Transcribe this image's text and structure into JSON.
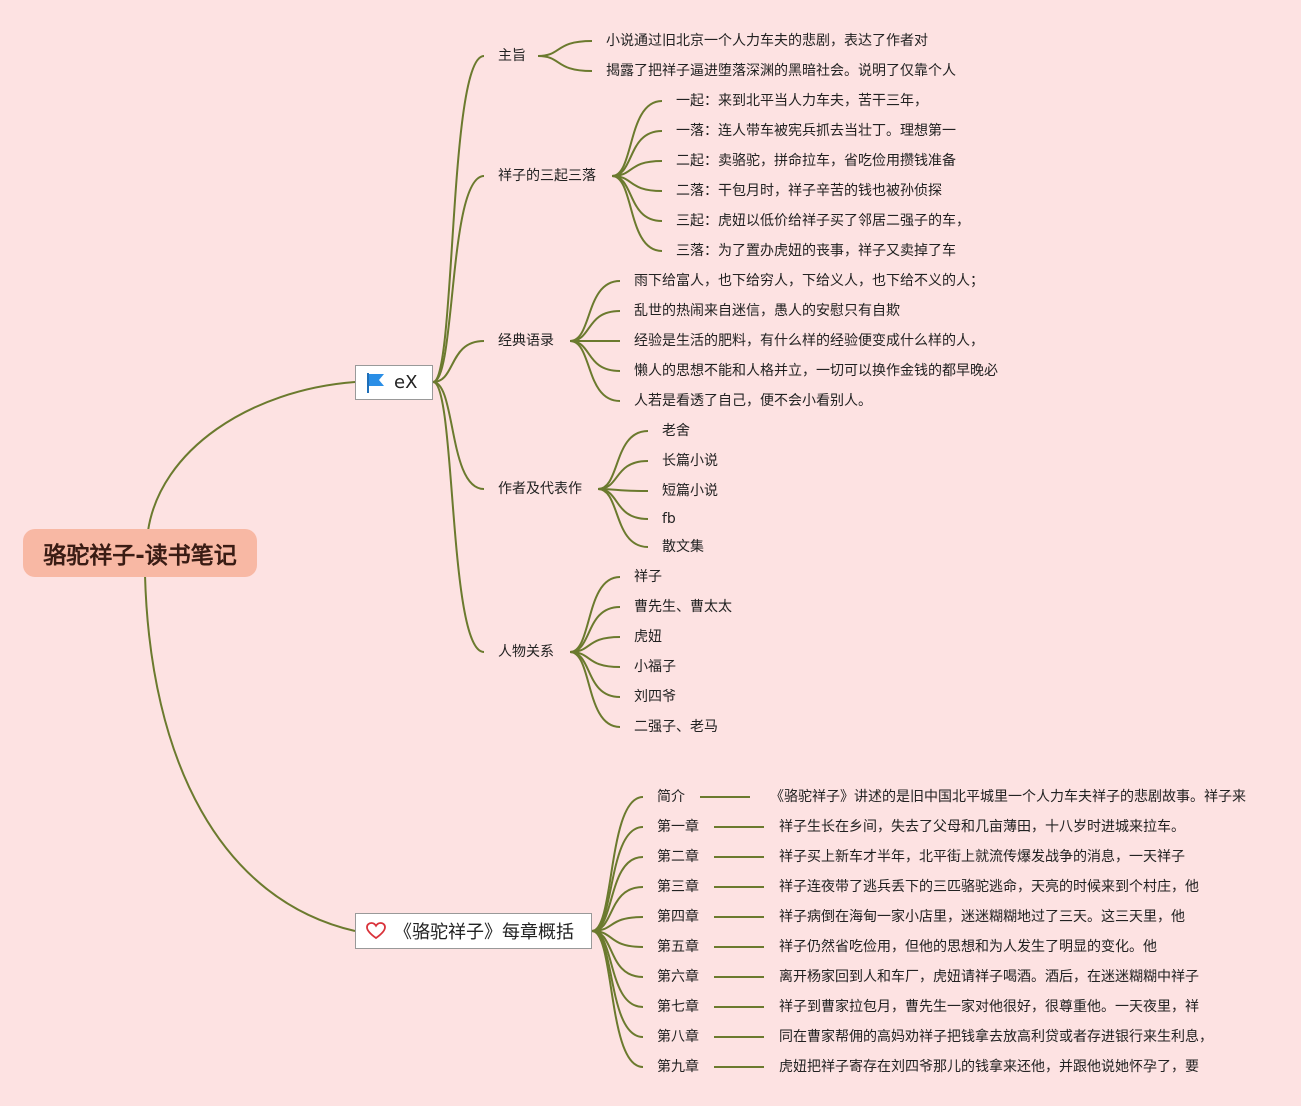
{
  "root": {
    "title": "骆驼祥子-读书笔记"
  },
  "colors": {
    "background": "#fde2e2",
    "root_fill": "#f8b8a4",
    "branch_line": "#6b7a2e",
    "flag": "#2a8ee6",
    "heart": "#d9333b"
  },
  "branch1": {
    "label": "eX",
    "icon": "flag-icon",
    "children": [
      {
        "label": "主旨",
        "items": [
          "小说通过旧北京一个人力车夫的悲剧，表达了作者对",
          "揭露了把祥子逼进堕落深渊的黑暗社会。说明了仅靠个人"
        ]
      },
      {
        "label": "祥子的三起三落",
        "items": [
          "一起：来到北平当人力车夫，苦干三年，",
          "一落：连人带车被宪兵抓去当壮丁。理想第一",
          "二起：卖骆驼，拼命拉车，省吃俭用攒钱准备",
          "二落：干包月时，祥子辛苦的钱也被孙侦探",
          "三起：虎妞以低价给祥子买了邻居二强子的车，",
          "三落：为了置办虎妞的丧事，祥子又卖掉了车"
        ]
      },
      {
        "label": "经典语录",
        "items": [
          "雨下给富人，也下给穷人，下给义人，也下给不义的人；",
          "乱世的热闹来自迷信，愚人的安慰只有自欺",
          "经验是生活的肥料，有什么样的经验便变成什么样的人，",
          "懒人的思想不能和人格并立，一切可以换作金钱的都早晚必",
          "人若是看透了自己，便不会小看别人。"
        ]
      },
      {
        "label": "作者及代表作",
        "items": [
          "老舍",
          "长篇小说",
          "短篇小说",
          "fb",
          "散文集"
        ]
      },
      {
        "label": "人物关系",
        "items": [
          "祥子",
          "曹先生、曹太太",
          "虎妞",
          "小福子",
          "刘四爷",
          "二强子、老马"
        ]
      }
    ]
  },
  "branch2": {
    "label": "《骆驼祥子》每章概括",
    "icon": "heart-icon",
    "children": [
      {
        "label": "简介",
        "text": "《骆驼祥子》讲述的是旧中国北平城里一个人力车夫祥子的悲剧故事。祥子来"
      },
      {
        "label": "第一章",
        "text": "祥子生长在乡间，失去了父母和几亩薄田，十八岁时进城来拉车。"
      },
      {
        "label": "第二章",
        "text": "祥子买上新车才半年，北平街上就流传爆发战争的消息，一天祥子"
      },
      {
        "label": "第三章",
        "text": "祥子连夜带了逃兵丢下的三匹骆驼逃命，天亮的时候来到个村庄，他"
      },
      {
        "label": "第四章",
        "text": "祥子病倒在海甸一家小店里，迷迷糊糊地过了三天。这三天里，他"
      },
      {
        "label": "第五章",
        "text": "祥子仍然省吃俭用，但他的思想和为人发生了明显的变化。他"
      },
      {
        "label": "第六章",
        "text": "离开杨家回到人和车厂，虎妞请祥子喝酒。酒后，在迷迷糊糊中祥子"
      },
      {
        "label": "第七章",
        "text": "祥子到曹家拉包月，曹先生一家对他很好，很尊重他。一天夜里，祥"
      },
      {
        "label": "第八章",
        "text": "同在曹家帮佣的高妈劝祥子把钱拿去放高利贷或者存进银行来生利息，"
      },
      {
        "label": "第九章",
        "text": "虎妞把祥子寄存在刘四爷那儿的钱拿来还他，并跟他说她怀孕了，要"
      }
    ]
  }
}
